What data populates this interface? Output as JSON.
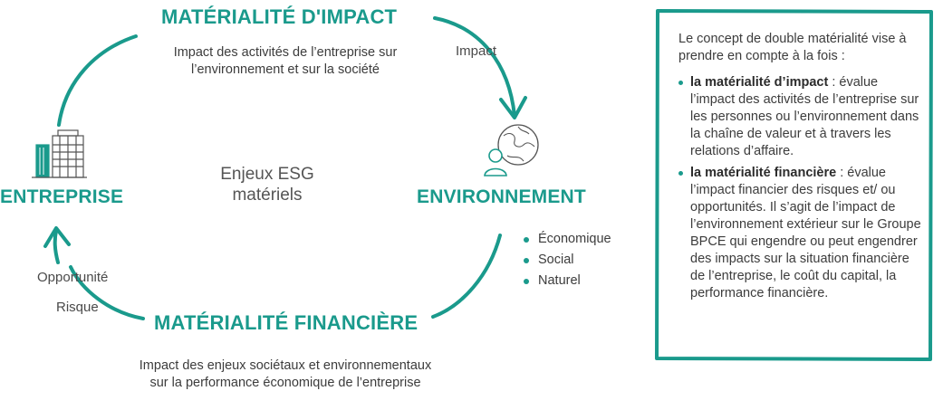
{
  "diagram": {
    "title_impact": "MATÉRIALITÉ D'IMPACT",
    "desc_impact": "Impact des activités de l’entreprise sur l’environnement et sur la société",
    "label_impact": "Impact",
    "title_entreprise": "ENTREPRISE",
    "title_environnement": "ENVIRONNEMENT",
    "center_line1": "Enjeux ESG",
    "center_line2": "matériels",
    "env_bullets": [
      "Économique",
      "Social",
      "Naturel"
    ],
    "label_opportunite": "Opportunité",
    "label_risque": "Risque",
    "title_financiere": "MATÉRIALITÉ FINANCIÈRE",
    "desc_financiere": "Impact des enjeux sociétaux et environnementaux sur la performance économique de l’entreprise"
  },
  "box": {
    "intro": "Le concept de double matérialité vise à prendre en compte à la fois :",
    "items": [
      {
        "bold": "la matérialité d’impact",
        "text": " : évalue l’impact des activités de l’entreprise sur les personnes ou l’environnement dans la chaîne de valeur et à travers les relations d’affaire."
      },
      {
        "bold": "la matérialité financière",
        "text": " : évalue l’impact financier des risques et/ ou opportunités. Il s’agit de l’impact de l’environnement extérieur sur le Groupe  BPCE qui engendre ou peut engendrer des impacts sur la situation financière de l’entreprise, le coût du capital, la performance financière."
      }
    ]
  },
  "colors": {
    "accent": "#1a9a8c",
    "text": "#3c3c3c"
  },
  "icons": [
    "buildings-icon",
    "globe-person-icon"
  ]
}
